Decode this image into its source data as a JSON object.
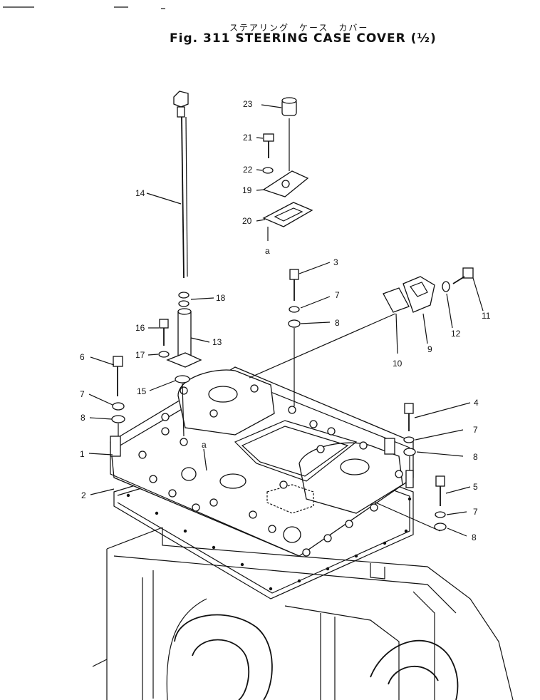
{
  "title": {
    "japanese": "ステアリング　ケース　カバー",
    "english": "Fig. 311   STEERING CASE COVER (½)"
  },
  "callouts": [
    {
      "id": "c1",
      "label": "1"
    },
    {
      "id": "c2",
      "label": "2"
    },
    {
      "id": "c3",
      "label": "3"
    },
    {
      "id": "c4",
      "label": "4"
    },
    {
      "id": "c5",
      "label": "5"
    },
    {
      "id": "c6",
      "label": "6"
    },
    {
      "id": "c7a",
      "label": "7"
    },
    {
      "id": "c7b",
      "label": "7"
    },
    {
      "id": "c7c",
      "label": "7"
    },
    {
      "id": "c7d",
      "label": "7"
    },
    {
      "id": "c8a",
      "label": "8"
    },
    {
      "id": "c8b",
      "label": "8"
    },
    {
      "id": "c8c",
      "label": "8"
    },
    {
      "id": "c8d",
      "label": "8"
    },
    {
      "id": "c9",
      "label": "9"
    },
    {
      "id": "c10",
      "label": "10"
    },
    {
      "id": "c11",
      "label": "11"
    },
    {
      "id": "c12",
      "label": "12"
    },
    {
      "id": "c13",
      "label": "13"
    },
    {
      "id": "c14",
      "label": "14"
    },
    {
      "id": "c15",
      "label": "15"
    },
    {
      "id": "c16",
      "label": "16"
    },
    {
      "id": "c17",
      "label": "17"
    },
    {
      "id": "c18",
      "label": "18"
    },
    {
      "id": "c19",
      "label": "19"
    },
    {
      "id": "c20",
      "label": "20"
    },
    {
      "id": "c21",
      "label": "21"
    },
    {
      "id": "c22",
      "label": "22"
    },
    {
      "id": "c23",
      "label": "23"
    },
    {
      "id": "ca1",
      "label": "a"
    },
    {
      "id": "ca2",
      "label": "a"
    }
  ]
}
